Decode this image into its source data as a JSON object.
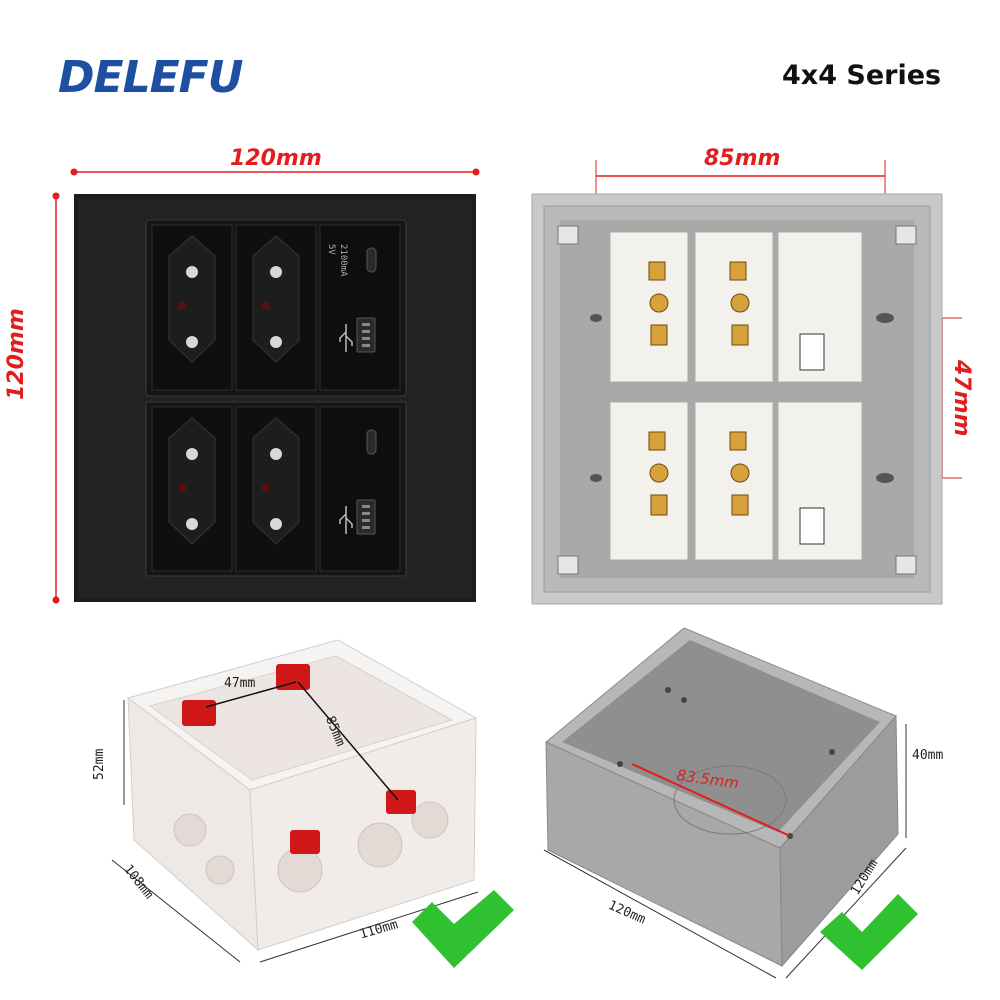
{
  "brand": {
    "name": "DELEFU",
    "series": "4x4 Series"
  },
  "front_panel": {
    "width_label": "120mm",
    "height_label": "120mm",
    "usb_text_1": "5V",
    "usb_text_2": "2100mA"
  },
  "back_panel": {
    "width_label": "85mm",
    "height_label": "47mm"
  },
  "plastic_box": {
    "label_top": "47mm",
    "label_diag": "85mm",
    "label_height": "52mm",
    "label_depth": "108mm",
    "label_width": "110mm"
  },
  "metal_box": {
    "label_hole": "83.5mm",
    "label_height": "40mm",
    "label_depth": "120mm",
    "label_width": "120mm"
  },
  "colors": {
    "accent_red": "#e21d1d",
    "brand_blue": "#1f4fa0",
    "check_green": "#2fc12f"
  }
}
